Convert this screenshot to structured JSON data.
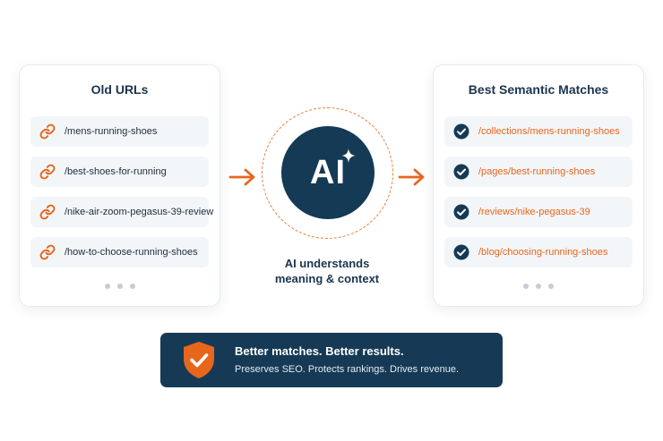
{
  "old_urls": {
    "title": "Old URLs",
    "items": [
      {
        "icon": "link-icon",
        "text": "/mens-running-shoes"
      },
      {
        "icon": "link-icon",
        "text": "/best-shoes-for-running"
      },
      {
        "icon": "link-icon",
        "text": "/nike-air-zoom-pegasus-39-review"
      },
      {
        "icon": "link-icon",
        "text": "/how-to-choose-running-shoes"
      }
    ]
  },
  "ai": {
    "label": "AI",
    "caption_line1": "AI understands",
    "caption_line2": "meaning & context"
  },
  "matches": {
    "title": "Best Semantic Matches",
    "items": [
      {
        "icon": "check-circle-icon",
        "text": "/collections/mens-running-shoes"
      },
      {
        "icon": "check-circle-icon",
        "text": "/pages/best-running-shoes"
      },
      {
        "icon": "check-circle-icon",
        "text": "/reviews/nike-pegasus-39"
      },
      {
        "icon": "check-circle-icon",
        "text": "/blog/choosing-running-shoes"
      }
    ]
  },
  "banner": {
    "icon": "shield-check-icon",
    "title": "Better matches. Better results.",
    "subtitle": "Preserves SEO. Protects rankings. Drives revenue."
  },
  "colors": {
    "navy": "#143a56",
    "orange": "#e8651c",
    "row_bg": "#f3f6f9",
    "dot_gray": "#c3ccd6"
  }
}
